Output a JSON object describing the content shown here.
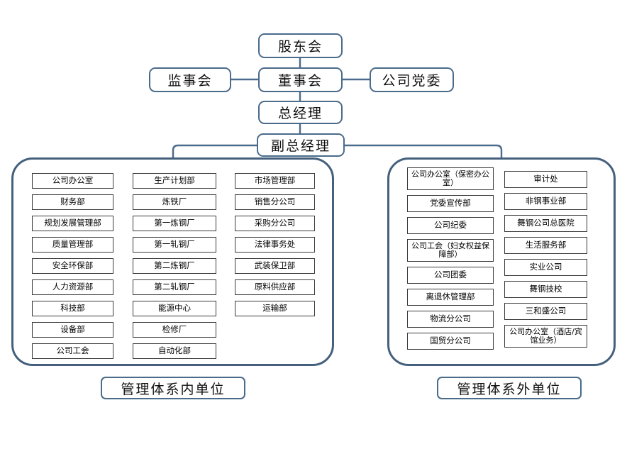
{
  "hierarchy": {
    "shareholders": "股东会",
    "supervisors": "监事会",
    "board": "董事会",
    "party_committee": "公司党委",
    "general_manager": "总经理",
    "deputy_general_manager": "副总经理"
  },
  "groups": {
    "internal": {
      "caption": "管理体系内单位",
      "columns": [
        {
          "name": "internal-column-1",
          "items": [
            "公司办公室",
            "财务部",
            "规划发展管理部",
            "质量管理部",
            "安全环保部",
            "人力资源部",
            "科技部",
            "设备部",
            "公司工会"
          ]
        },
        {
          "name": "internal-column-2",
          "items": [
            "生产计划部",
            "炼铁厂",
            "第一炼钢厂",
            "第一轧钢厂",
            "第二炼钢厂",
            "第二轧钢厂",
            "能源中心",
            "检修厂",
            "自动化部"
          ]
        },
        {
          "name": "internal-column-3",
          "items": [
            "市场管理部",
            "销售分公司",
            "采购分公司",
            "法律事务处",
            "武装保卫部",
            "原料供应部",
            "运输部"
          ]
        }
      ]
    },
    "external": {
      "caption": "管理体系外单位",
      "columns": [
        {
          "name": "external-column-1",
          "items": [
            "公司办公室（保密办公室）",
            "党委宣传部",
            "公司纪委",
            "公司工会（妇女权益保障部）",
            "公司团委",
            "离退休管理部",
            "物流分公司",
            "国贸分公司"
          ]
        },
        {
          "name": "external-column-2",
          "items": [
            "审计处",
            "非钢事业部",
            "舞钢公司总医院",
            "生活服务部",
            "实业公司",
            "舞钢技校",
            "三和盛公司",
            "公司办公室（酒店/宾馆业务）"
          ]
        }
      ]
    }
  },
  "colors": {
    "node_border": "#4a6b8a",
    "group_border": "#44607d",
    "leaf_border": "#3a3a3a",
    "connector": "#4a6b8a",
    "background": "#ffffff"
  }
}
